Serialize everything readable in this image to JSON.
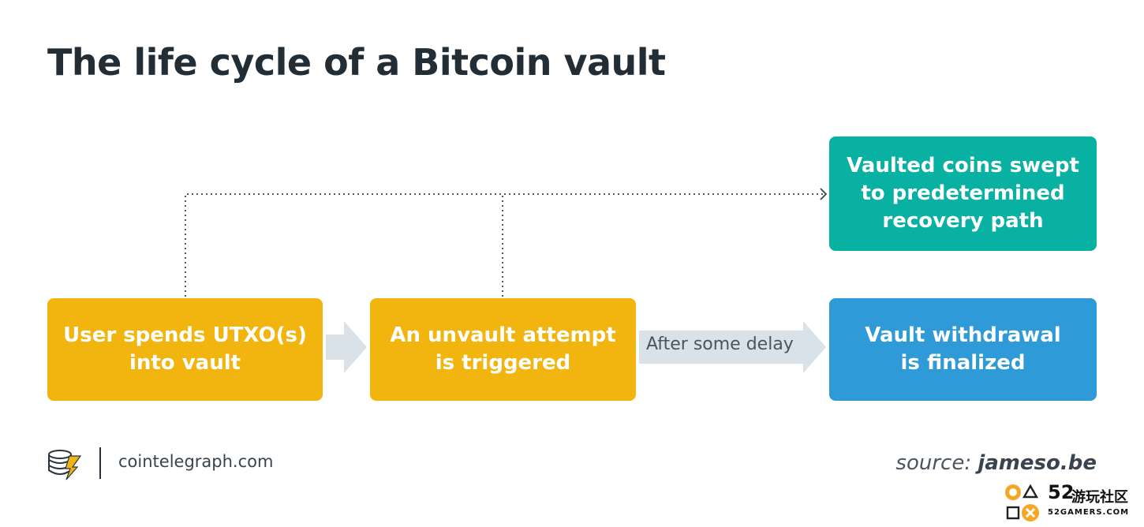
{
  "title": "The life cycle of a Bitcoin vault",
  "nodes": {
    "deposit": "User spends UTXO(s)\ninto vault",
    "unvault": "An unvault attempt\nis triggered",
    "finalized": "Vault withdrawal\nis finalized",
    "recovery": "Vaulted coins swept\nto predetermined\nrecovery path"
  },
  "edges": {
    "delay_label": "After some delay"
  },
  "footer": {
    "site": "cointelegraph.com",
    "source_prefix": "source:",
    "source_name": "jameso.be"
  },
  "watermark": {
    "number": "52",
    "chinese": "游玩社区",
    "domain": "52GAMERS.COM"
  },
  "colors": {
    "yellow": "#f2b50f",
    "blue": "#2e9bd8",
    "teal": "#09b1a3",
    "arrow": "#d9e2e8",
    "title": "#232d36"
  }
}
